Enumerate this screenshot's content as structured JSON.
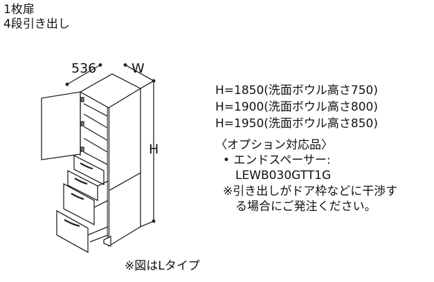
{
  "header": {
    "line1": "1枚扉",
    "line2": "4段引き出し"
  },
  "dimensions": {
    "depth": "536",
    "width": "W",
    "height": "H"
  },
  "heights": [
    "H=1850(洗面ボウル高さ750)",
    "H=1900(洗面ボウル高さ800)",
    "H=1950(洗面ボウル高さ850)"
  ],
  "options": {
    "title": "〈オプション対応品〉",
    "item_label": "• エンドスペーサー:",
    "item_code": "LEWB030GTT1G",
    "note_line1": "※引き出しがドア枠などに干渉す",
    "note_line2": "る場合にご発注ください。"
  },
  "caption": "※図はLタイプ"
}
